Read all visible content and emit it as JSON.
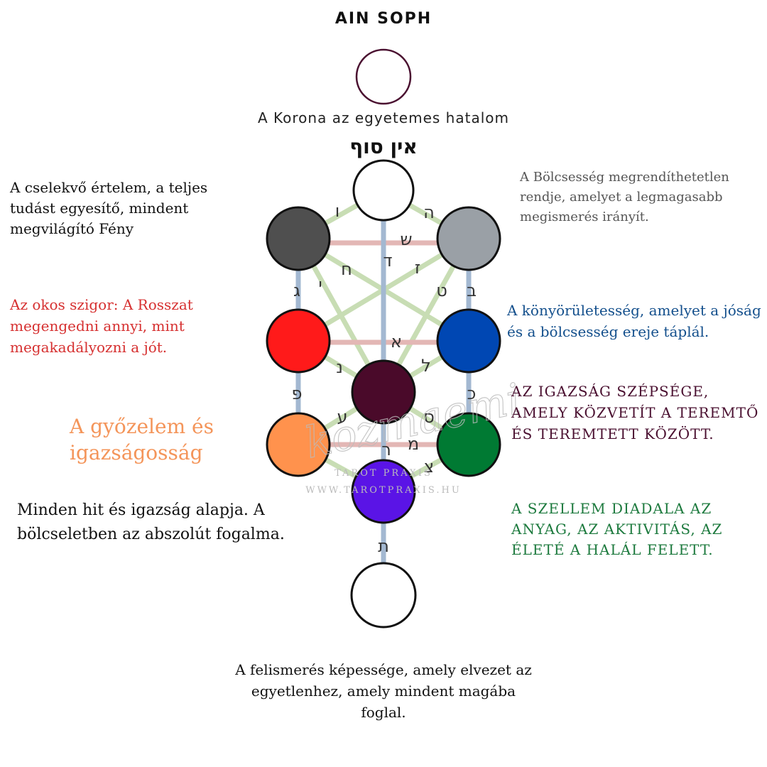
{
  "title": "AIN SOPH",
  "crown_text": "A Korona az egyetemes hatalom",
  "hebrew_title": "אין סוף",
  "descriptions": {
    "d1": "A cselekvő értelem, a teljes tudást egyesítő, mindent megvilágító Fény",
    "d2": "A Bölcsesség megrendíthetetlen rendje, amelyet a legmagasabb megismerés irányít.",
    "d3": "Az okos szigor: A Rosszat megengedni annyi, mint megakadályozni a jót.",
    "d4": "A könyörületesség, amelyet a jóság és a bölcsesség ereje táplál.",
    "d5": "AZ IGAZSÁG SZÉPSÉGE, AMELY KÖZVETÍT A TEREMTŐ ÉS TEREMTETT KÖZÖTT.",
    "d6": "A győzelem és igazságosság",
    "d7": "Minden hit és igazság alapja. A bölcseletben az abszolút fogalma.",
    "d8": "A SZELLEM DIADALA AZ ANYAG, AZ AKTIVITÁS, AZ ÉLETÉ A HALÁL FELETT.",
    "d9": "A felismerés képessége, amely elvezet az egyetlenhez, amely mindent magába foglal."
  },
  "watermark": {
    "script": "kozmaemi",
    "line1": "TAROT PRAXIS",
    "line2": "WWW.TAROTPRAXIS.HU"
  },
  "letters": {
    "l1": "ו",
    "l2": "ה",
    "l3": "ש",
    "l4": "ד",
    "l5": "ח",
    "l6": "ז",
    "l7": "י",
    "l8": "ג",
    "l9": "ב",
    "l10": "ט",
    "l11": "א",
    "l12": "ל",
    "l13": "נ",
    "l14": "כ",
    "l15": "פ",
    "l16": "ע",
    "l17": "ס",
    "l18": "מ",
    "l19": "ר",
    "l20": "צ",
    "l21": "ת"
  },
  "colors": {
    "ain_soph_outline": "#4a1030",
    "sphere_2": "#4f4f4f",
    "sphere_3": "#9aa0a6",
    "sphere_4": "#ff1a1a",
    "sphere_5": "#0047b3",
    "sphere_6": "#4a0a2a",
    "sphere_7": "#ff924d",
    "sphere_8": "#007a33",
    "sphere_9": "#5a14e6",
    "path_green": "#c8ddb4",
    "path_blue": "#a3b8d1",
    "path_pink": "#e3b7b5",
    "path_orange": "#f4b860"
  }
}
